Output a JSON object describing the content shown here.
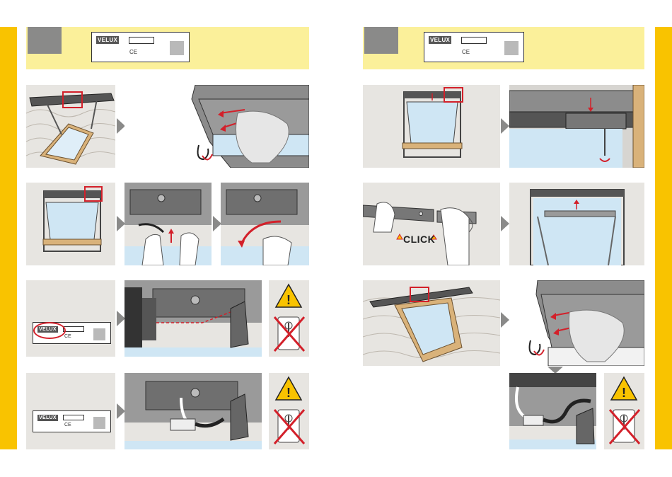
{
  "brand": "VELUX",
  "ce_mark": "CE",
  "click_text": "CLICK",
  "colors": {
    "edge_bar": "#f9c300",
    "banner": "#fbf09a",
    "step_box": "#8a8a89",
    "panel": "#e7e5e1",
    "arrow_red": "#d3202a",
    "warning_yellow": "#f9c300"
  },
  "icons": {
    "warning": "warning-triangle-icon",
    "no_socket": "crossed-socket-icon",
    "step_arrow": "chevron-right-icon"
  }
}
